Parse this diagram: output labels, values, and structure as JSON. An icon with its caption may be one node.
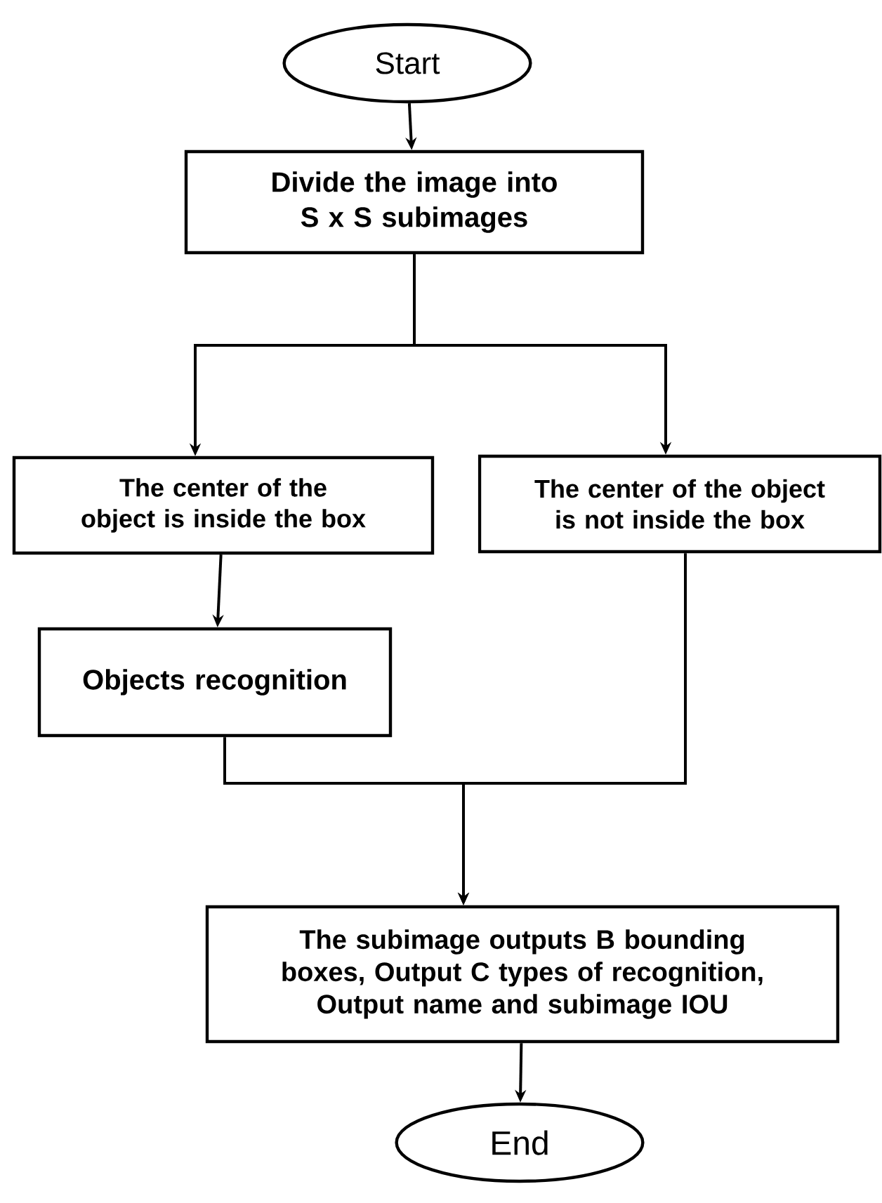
{
  "diagram": {
    "nodes": [
      {
        "text": [
          "Start"
        ]
      },
      {
        "text": [
          "Divide the image into S x S subimages"
        ]
      },
      {
        "text": [
          "The center of the object is inside the box"
        ]
      },
      {
        "text": [
          "The center of the object is not inside the box"
        ]
      },
      {
        "text": [
          "Objects recognition"
        ]
      },
      {
        "text": [
          "The subimage outputs B bounding boxes, Output C types of recognition, Output name and subimage IOU"
        ]
      },
      {
        "text": [
          "End"
        ]
      }
    ],
    "edges": [
      {
        "from": 0,
        "to": 1,
        "arrow": "to"
      },
      {
        "from": 1,
        "to": 2,
        "arrow": "to"
      },
      {
        "from": 1,
        "to": 3,
        "arrow": "to"
      },
      {
        "from": 2,
        "to": 4,
        "arrow": "to"
      },
      {
        "from": 4,
        "to": 5,
        "arrow": "to"
      },
      {
        "from": 3,
        "to": 5,
        "arrow": "to"
      },
      {
        "from": 5,
        "to": 6,
        "arrow": "to"
      }
    ]
  }
}
